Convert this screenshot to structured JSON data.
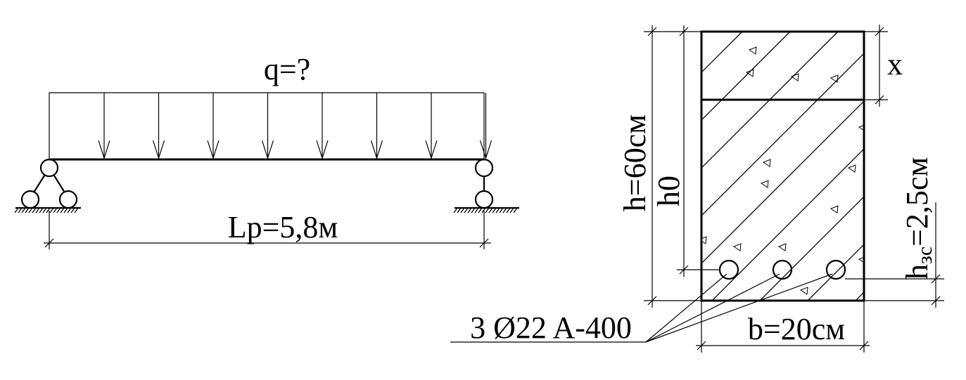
{
  "beam": {
    "load_label": "q=?",
    "span_label": "Lp=5,8м",
    "load_arrow_count": 8
  },
  "section": {
    "height_label": "h=60см",
    "effective_depth_label": "h0",
    "compression_zone_label": "x",
    "width_label": "b=20см",
    "cover_label_main": "h",
    "cover_label_sub": "зс",
    "cover_label_value": "=2,5см",
    "rebar_label": "3 Ø22 A-400",
    "bar_count": 3
  },
  "colors": {
    "ink": "#000000",
    "background": "#ffffff"
  }
}
